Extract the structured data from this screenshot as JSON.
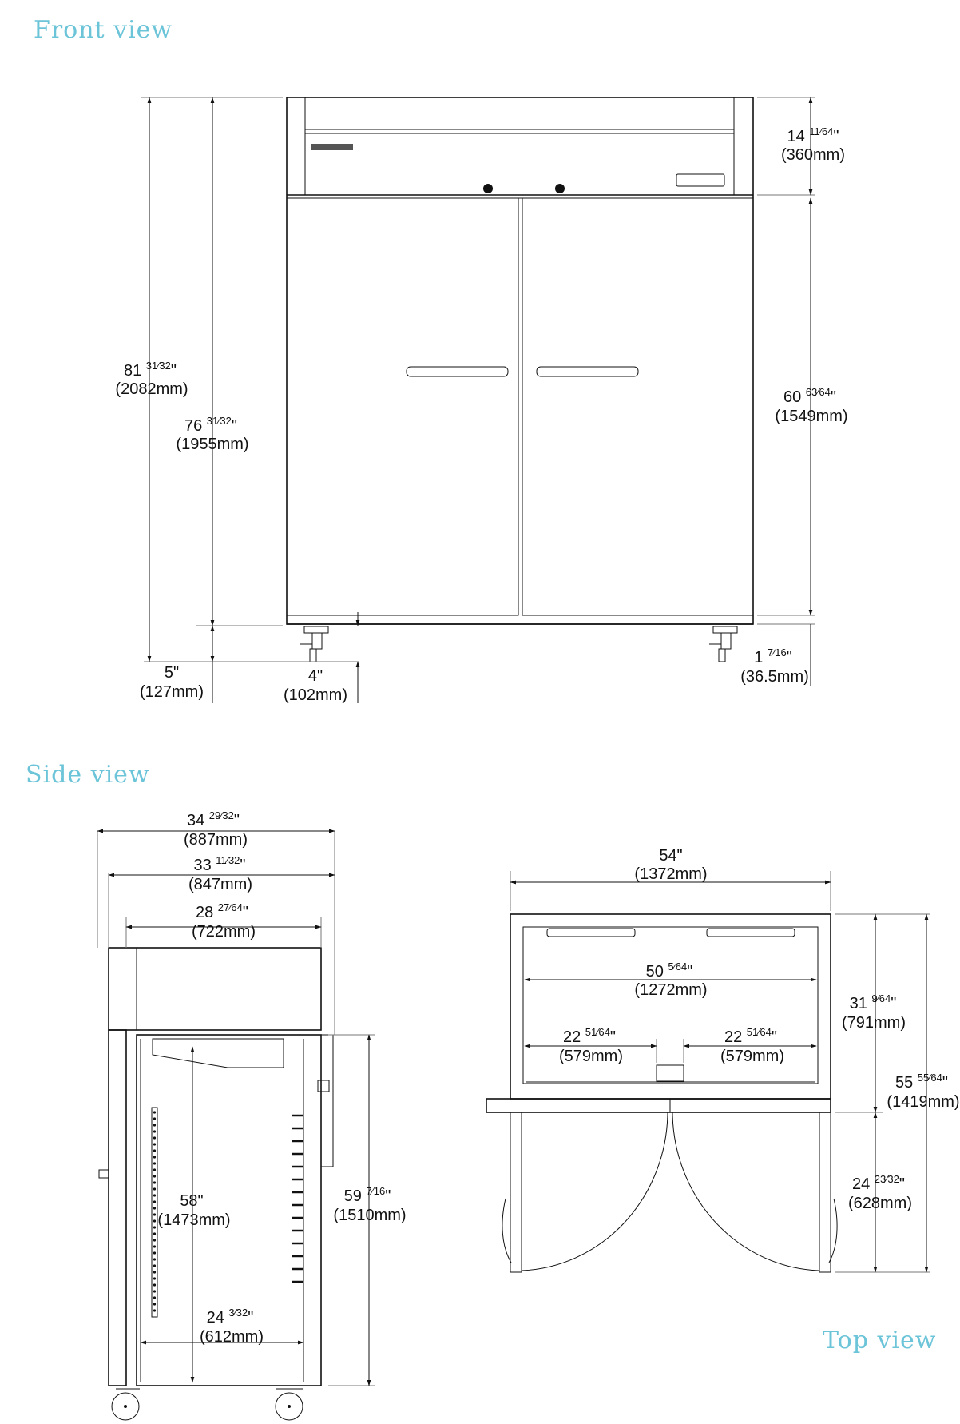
{
  "views": {
    "front": "Front view",
    "side": "Side view",
    "top": "Top view"
  },
  "front_dims": {
    "top_height": {
      "whole": "14",
      "frac": "11⁄64",
      "mm": "(360mm)"
    },
    "overall_height": {
      "whole": "81",
      "frac": "31⁄32",
      "mm": "(2082mm)"
    },
    "body_height": {
      "whole": "76",
      "frac": "31⁄32",
      "mm": "(1955mm)"
    },
    "door_height": {
      "whole": "60",
      "frac": "63⁄64",
      "mm": "(1549mm)"
    },
    "caster_height": {
      "whole": "5\"",
      "mm": "(127mm)"
    },
    "caster_offset": {
      "whole": "4\"",
      "mm": "(102mm)"
    },
    "floor_gap": {
      "whole": "1",
      "frac": "7⁄16",
      "mm": "(36.5mm)"
    }
  },
  "side_dims": {
    "depth_overall": {
      "whole": "34",
      "frac": "29⁄32",
      "mm": "(887mm)"
    },
    "depth_body": {
      "whole": "33",
      "frac": "11⁄32",
      "mm": "(847mm)"
    },
    "depth_interior": {
      "whole": "28",
      "frac": "27⁄64",
      "mm": "(722mm)"
    },
    "interior_height": {
      "whole": "58\"",
      "mm": "(1473mm)"
    },
    "door_opening_height": {
      "whole": "59",
      "frac": "7⁄16",
      "mm": "(1510mm)"
    },
    "interior_depth": {
      "whole": "24",
      "frac": "3⁄32",
      "mm": "(612mm)"
    }
  },
  "top_dims": {
    "width_overall": {
      "whole": "54\"",
      "mm": "(1372mm)"
    },
    "interior_width": {
      "whole": "50",
      "frac": "5⁄64",
      "mm": "(1272mm)"
    },
    "left_half": {
      "whole": "22",
      "frac": "51⁄64",
      "mm": "(579mm)"
    },
    "right_half": {
      "whole": "22",
      "frac": "51⁄64",
      "mm": "(579mm)"
    },
    "cabinet_depth": {
      "whole": "31",
      "frac": "9⁄64",
      "mm": "(791mm)"
    },
    "depth_doors_open": {
      "whole": "55",
      "frac": "55⁄64",
      "mm": "(1419mm)"
    },
    "door_swing": {
      "whole": "24",
      "frac": "23⁄32",
      "mm": "(628mm)"
    }
  },
  "icons": [
    "left-caster-icon",
    "right-caster-icon",
    "side-caster-icon",
    "brand-logo"
  ]
}
